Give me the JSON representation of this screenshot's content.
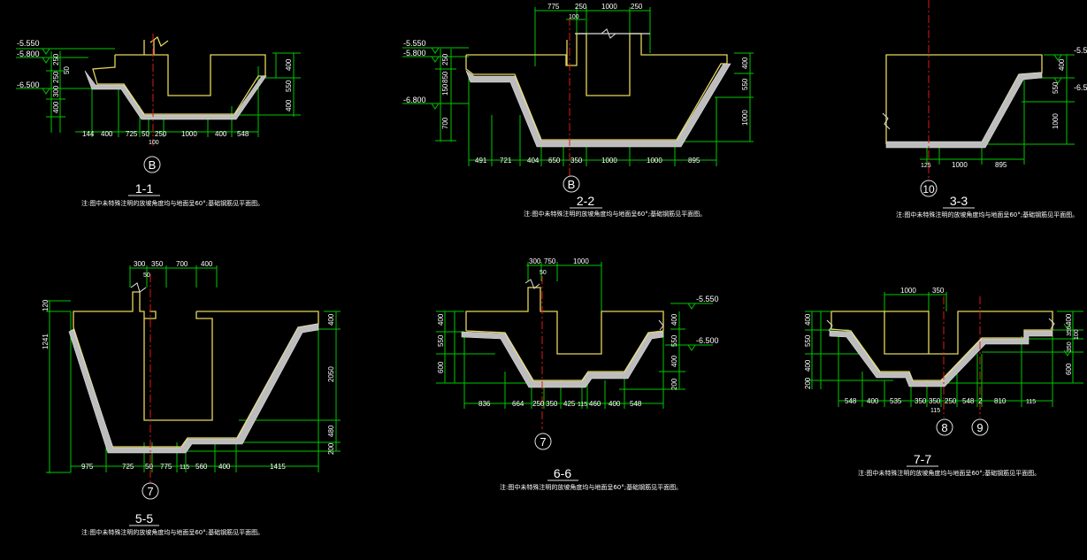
{
  "colors": {
    "background": "#000000",
    "outline": "#e6d65a",
    "dimension": "#00c800",
    "centerline": "#e01818",
    "text": "#ffffff",
    "hatch": "#d8d8d8"
  },
  "note_text": "注:图中未特殊注明的放坡角度均与地面呈60°;基础钢筋见平面图。",
  "sections": [
    {
      "id": "1-1",
      "title": "1-1",
      "grid_labels": [
        "B"
      ],
      "elevations": [
        "-5.550",
        "-5.800",
        "-6.500"
      ],
      "left_dims": [
        "250",
        "50",
        "250",
        "300",
        "400"
      ],
      "right_dims": [
        "400",
        "550",
        "400"
      ],
      "bottom_dims": [
        "144",
        "400",
        "725",
        "50",
        "250",
        "1000",
        "400",
        "548"
      ],
      "extra_dims": [
        "100"
      ]
    },
    {
      "id": "2-2",
      "title": "2-2",
      "grid_labels": [
        "B"
      ],
      "elevations": [
        "-5.550",
        "-5.800",
        "-6.800"
      ],
      "left_dims": [
        "250",
        "850",
        "150",
        "700"
      ],
      "right_dims": [
        "400",
        "550",
        "1000"
      ],
      "top_dims": [
        "775",
        "250",
        "1000",
        "250",
        "100"
      ],
      "bottom_dims": [
        "491",
        "721",
        "404",
        "650",
        "350",
        "1000",
        "1000",
        "895"
      ]
    },
    {
      "id": "3-3",
      "title": "3-3",
      "grid_labels": [
        "10"
      ],
      "elevations": [
        "-5.5",
        "-6.5"
      ],
      "right_dims": [
        "400",
        "550",
        "1000"
      ],
      "bottom_dims": [
        "125",
        "1000",
        "895"
      ]
    },
    {
      "id": "5-5",
      "title": "5-5",
      "grid_labels": [
        "7"
      ],
      "left_dims": [
        "120",
        "1241"
      ],
      "right_dims": [
        "400",
        "2050",
        "480",
        "200"
      ],
      "top_dims": [
        "300",
        "350",
        "700",
        "400",
        "50"
      ],
      "bottom_dims": [
        "975",
        "725",
        "50",
        "775",
        "115",
        "560",
        "400",
        "1415"
      ]
    },
    {
      "id": "6-6",
      "title": "6-6",
      "grid_labels": [
        "7"
      ],
      "elevations": [
        "-5.550",
        "-6.500"
      ],
      "left_dims": [
        "400",
        "550",
        "600"
      ],
      "right_dims": [
        "400",
        "550",
        "400",
        "200"
      ],
      "top_dims": [
        "300",
        "750",
        "1000",
        "50"
      ],
      "bottom_dims": [
        "836",
        "664",
        "250",
        "350",
        "425",
        "115",
        "460",
        "400",
        "548"
      ]
    },
    {
      "id": "7-7",
      "title": "7-7",
      "grid_labels": [
        "8",
        "9"
      ],
      "left_dims": [
        "400",
        "550",
        "400",
        "200"
      ],
      "right_dims": [
        "400",
        "350",
        "100",
        "350",
        "600"
      ],
      "top_dims": [
        "1000",
        "350"
      ],
      "bottom_dims": [
        "548",
        "400",
        "535",
        "350",
        "350",
        "250",
        "548",
        "2",
        "810",
        "115",
        "115"
      ]
    }
  ]
}
